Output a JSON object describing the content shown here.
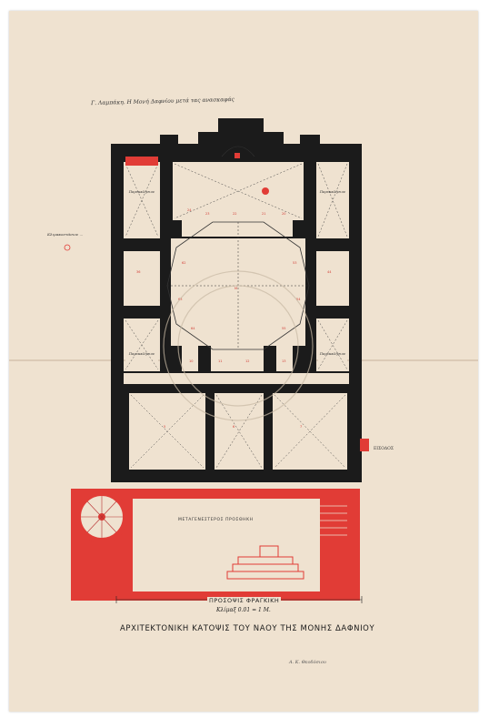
{
  "document": {
    "top_caption": "Γ. Λαμπάκη. Η Μονή Δαφνίου μετά τας ανασκαφάς",
    "main_title": "ΑΡΧΙΤΕΚΤΟΝΙΚΗ ΚΑΤΟΨΙΣ ΤΟΥ ΝΑΟΥ ΤΗΣ ΜΟΝΗΣ ΔΑΦΝΙΟΥ",
    "facade_label": "ΠΡΟΣΟΨΙΣ ΦΡΑΓΚΙΚΗ",
    "scale_label": "Κλίμαξ 0.01 = 1 Μ.",
    "later_narthex_label": "ΜΕΤΑΓΕΝΕΣΤΕΡΟΣ ΠΡΟΣΘΗΚΗ",
    "entrance_label": "ΕΙΣΟΔΟΣ",
    "small_left_label": "Κλιμακοστάσιον ...",
    "signature": "Α. Κ. Θεοδόσιου",
    "room_labels": [
      "Παρεκκλήσιον",
      "Παρεκκλήσιον",
      "Παρεκκλήσιον",
      "Παρεκκλήσιον"
    ]
  },
  "colors": {
    "paper": "#efe2d0",
    "wall_original": "#1b1b1b",
    "wall_later": "#e13c36",
    "floor": "#f1e6d6"
  }
}
